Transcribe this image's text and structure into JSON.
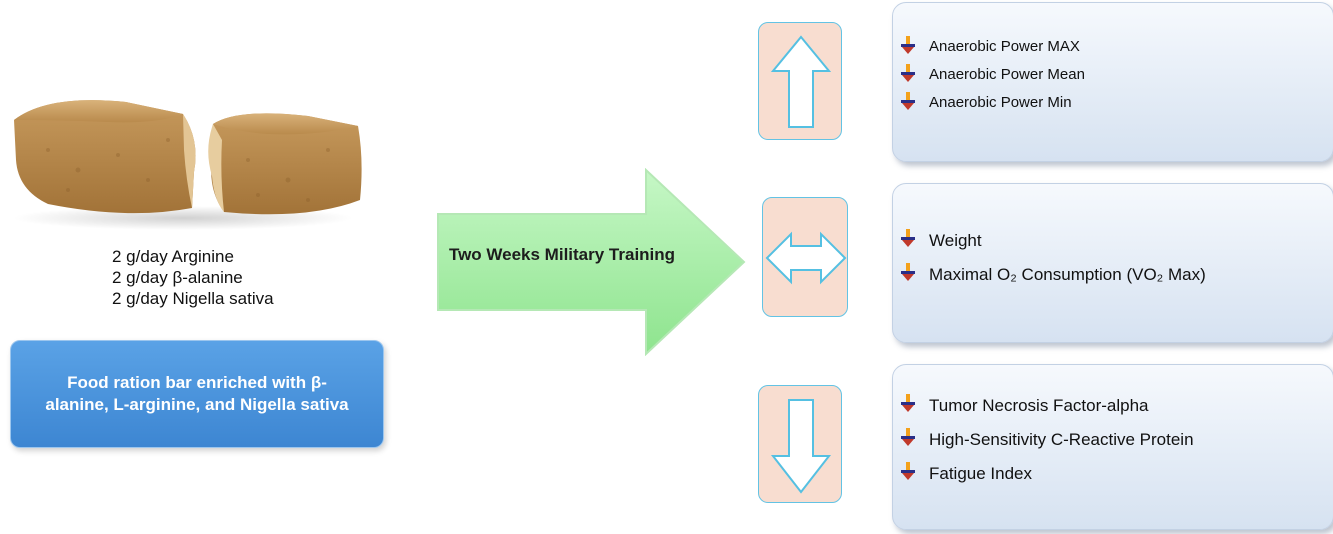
{
  "supplement": {
    "doses": [
      "2 g/day Arginine",
      "2 g/day β-alanine",
      "2 g/day Nigella sativa"
    ],
    "ration_bar_label": "Food ration bar enriched with β-alanine, L-arginine, and Nigella sativa"
  },
  "intervention": {
    "label": "Two Weeks Military Training"
  },
  "outcomes": [
    {
      "direction": "increase",
      "items": [
        "Anaerobic Power MAX",
        "Anaerobic Power Mean",
        "Anaerobic Power Min"
      ]
    },
    {
      "direction": "no-change",
      "items": [
        "Weight",
        "Maximal O₂ Consumption (VO₂ Max)"
      ]
    },
    {
      "direction": "decrease",
      "items": [
        "Tumor Necrosis Factor-alpha",
        "High-Sensitivity C-Reactive Protein",
        "Fatigue Index"
      ]
    }
  ],
  "colors": {
    "ration_box": "#4a93dd",
    "arrow_green": "#a6f0a6",
    "icon_box_fill": "#f8ddd0",
    "icon_box_border": "#63c3e4",
    "panel_fill": "#dce6f2"
  },
  "icons": {
    "increase": "arrow-up-outline-icon",
    "no-change": "arrow-left-right-outline-icon",
    "decrease": "arrow-down-outline-icon",
    "bullet": "arrow-down-bullet-icon"
  }
}
